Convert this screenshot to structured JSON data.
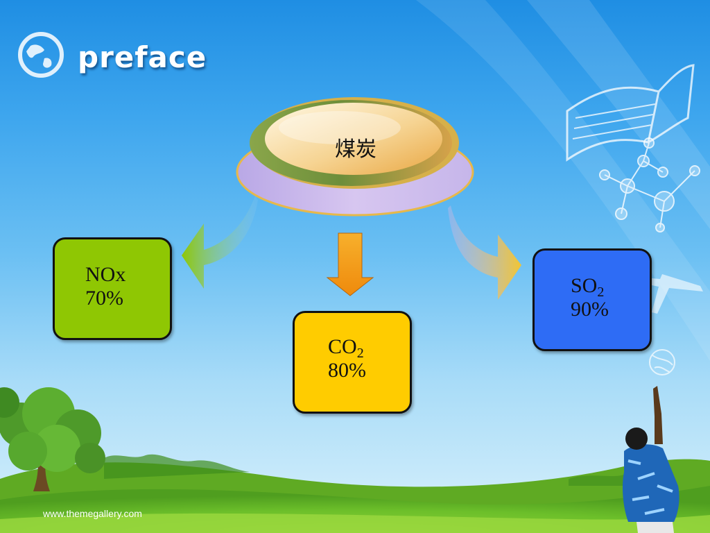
{
  "slide": {
    "title": "preface",
    "footer": "www.themegallery.com"
  },
  "diagram": {
    "center": {
      "label": "煤炭"
    },
    "nodes": [
      {
        "id": "nox",
        "name": "NOx",
        "name_sub": "",
        "value": "70%",
        "color": "#8fc703"
      },
      {
        "id": "co2",
        "name": "CO",
        "name_sub": "2",
        "value": "80%",
        "color": "#ffcc00"
      },
      {
        "id": "so2",
        "name": "SO",
        "name_sub": "2",
        "value": "90%",
        "color": "#2e6cf5"
      }
    ],
    "edges": [
      {
        "from": "center",
        "to": "nox",
        "arrow_color": "#8fc703"
      },
      {
        "from": "center",
        "to": "co2",
        "arrow_color": "#f39a12"
      },
      {
        "from": "center",
        "to": "so2",
        "arrow_color": "#f3c531"
      }
    ]
  },
  "icons": [
    "globe-icon",
    "book-icon",
    "molecule-icon",
    "airplane-icon",
    "earth-small-icon"
  ]
}
